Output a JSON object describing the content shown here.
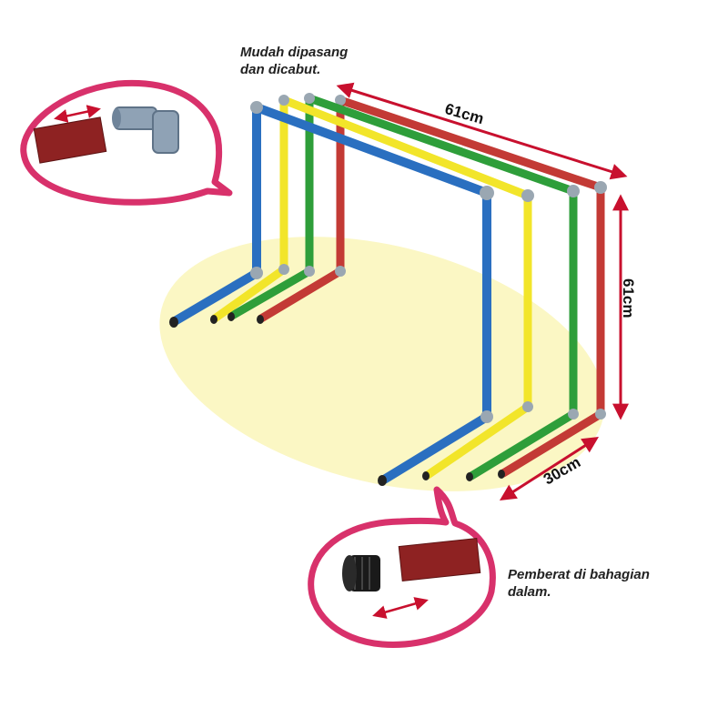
{
  "captions": {
    "top_line1": "Mudah dipasang",
    "top_line2": "dan dicabut.",
    "bottom_line1": "Pemberat di bahagian",
    "bottom_line2": "dalam."
  },
  "dimensions": {
    "width": "61cm",
    "height": "61cm",
    "depth": "30cm"
  },
  "colors": {
    "hurdle_1": "#2a6fc0",
    "hurdle_2": "#f2e52a",
    "hurdle_3": "#2e9e3a",
    "hurdle_4": "#c33a35",
    "connector": "#9aa7b2",
    "callout_border": "#d8316b",
    "floor_highlight": "#fbf7c4",
    "dimension_arrow": "#c8102e",
    "weight_plug": "#1a1a1a",
    "pipe_sample": "#8e2222"
  }
}
